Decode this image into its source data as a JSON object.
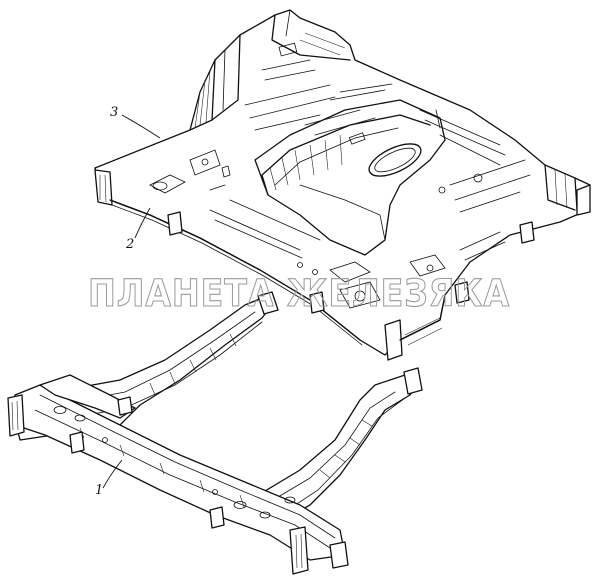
{
  "watermark": {
    "text": "ПЛАНЕТА ЖЕЛЕЗЯКА"
  },
  "callouts": [
    {
      "id": "1",
      "label": "1"
    },
    {
      "id": "2",
      "label": "2"
    },
    {
      "id": "3",
      "label": "3"
    }
  ]
}
